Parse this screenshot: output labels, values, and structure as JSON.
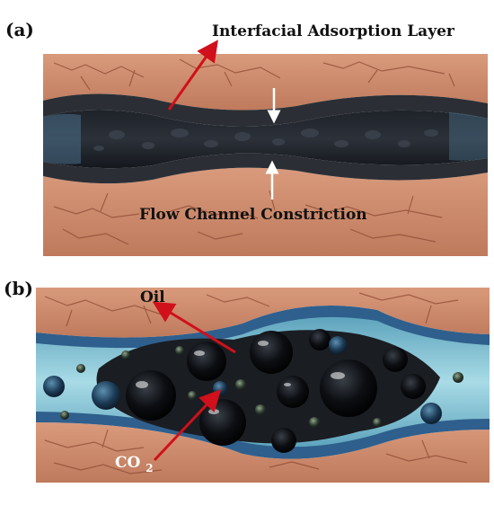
{
  "panel_a": {
    "tag": "(a)",
    "annotation_top": "Interfacial Adsorption Layer",
    "annotation_bottom": "Flow Channel Constriction"
  },
  "panel_b": {
    "tag": "(b)",
    "label_oil": "Oil",
    "label_co2_main": "CO",
    "label_co2_sub": "2"
  },
  "colors": {
    "rock": "#c98a6c",
    "rock_dark": "#8f4a34",
    "adsorption_layer": "#2b2f35",
    "oil": "#121418",
    "water_blue": "#2f5f8c",
    "water_light": "#8ec7d8",
    "arrow_red": "#d0101a"
  }
}
